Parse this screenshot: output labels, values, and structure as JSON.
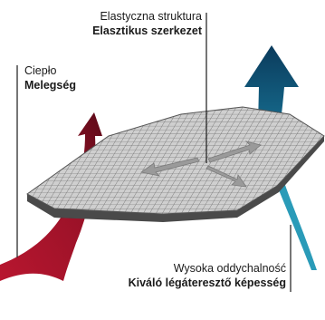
{
  "labels": {
    "structure": {
      "line1": "Elastyczna struktura",
      "line2": "Elasztikus szerkezet"
    },
    "warmth": {
      "line1": "Ciepło",
      "line2": "Melegség"
    },
    "breathability": {
      "line1": "Wysoka oddychalność",
      "line2": "Kiváló légáteresztő képesség"
    }
  },
  "colors": {
    "warmth_arrow": "#a8152e",
    "warmth_arrow_dark": "#5c0a18",
    "breath_arrow": "#0b3b5c",
    "breath_arrow_light": "#2a9bb8",
    "fabric_top": "#c9c9c9",
    "fabric_grid": "#6e6e6e",
    "fabric_edge": "#4a4a4a",
    "leader_line": "#1a1a1a"
  },
  "icons": {
    "stretch": "four-way-stretch-arrows-icon"
  }
}
